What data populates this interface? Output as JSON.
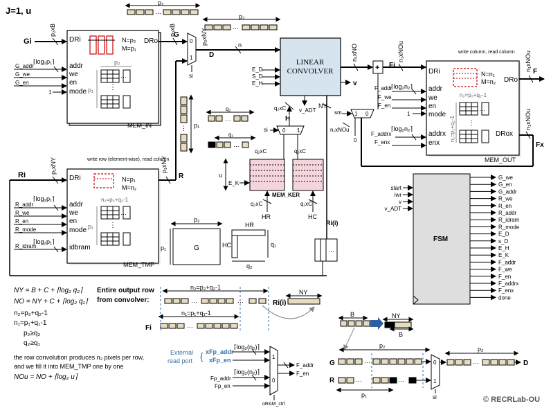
{
  "header": {
    "title": "J=1, u"
  },
  "mem_in": {
    "name": "MEM_IN",
    "ports_left": [
      "DRi",
      "addr",
      "we",
      "en",
      "mode"
    ],
    "port_right": "DRo",
    "n_label": "N=p₂",
    "m_label": "M=p₁",
    "inner_p2": "p₂",
    "inner_p1": "p₁",
    "sig_gi": "Gi",
    "sig_gaddr": "G_addr",
    "sig_gwe": "G_we",
    "sig_gen": "G_en",
    "sig_one": "1",
    "bus_in": "p₂xB",
    "bus_out": "p₂xB",
    "addr_width": "⌈log₂p₁⌉",
    "mux_label_g": "G",
    "mux_si": "si"
  },
  "mem_tmp": {
    "name": "MEM_TMP",
    "note": "write row (element-wise), read column",
    "ports_left": [
      "DRi",
      "addr",
      "we",
      "en",
      "mode",
      "idbram"
    ],
    "n_label": "N=p₁",
    "m_label": "M=n₂",
    "inner_top": "n₂=p₂+q₂-1",
    "inner_p1": "p₁",
    "sig_ri": "Ri",
    "sig_raddr": "R_addr",
    "sig_rwe": "R_we",
    "sig_ren": "R_en",
    "sig_rmode": "R_mode",
    "sig_ridram": "R_idram",
    "bus_in": "p₁xNY",
    "bus_out": "p₁xNY",
    "addr_width": "⌈log₂p₁⌉",
    "idram_width": "⌈log₂p₁⌉",
    "out_r": "R"
  },
  "convolver": {
    "title_1": "LINEAR",
    "title_2": "CONVOLVER",
    "ports_left": [
      "E_D",
      "S_D",
      "E_H"
    ],
    "out_top": "n₁xNO",
    "out_v": "v",
    "vadt": "v_ADT",
    "ny": "NY",
    "in_d": "D",
    "bus_d": "p₂xNY",
    "bus_n": "n"
  },
  "kernel": {
    "name": "MEM_KER",
    "h": "H",
    "q2xc": "q₂xC",
    "q1xc": "q₁xC",
    "q2xc_b": "q₂xC",
    "q1xc_b": "q₁xC",
    "q2xc_top": "q₂xC",
    "q1xc_top": "q₁xC",
    "hr": "HR",
    "hc": "HC",
    "ek": "E_K",
    "u": "u",
    "si": "si",
    "q2": "q₂",
    "q1": "q₁"
  },
  "mem_out": {
    "name": "MEM_OUT",
    "note": "write column, read column",
    "ports_left": [
      "DRi",
      "addr",
      "we",
      "en",
      "mode",
      "addrx",
      "enx"
    ],
    "port_dro": "DRo",
    "port_drox": "DRox",
    "n_label": "N=n₁",
    "m_label": "M=n₂",
    "inner_top": "n₂=p₂+q₂-1",
    "inner_side": "n₁=p₁+q₁-1",
    "sig_faddr": "F_addr",
    "sig_fwe": "F_we",
    "sig_fen": "F_en",
    "sig_one": "1",
    "sig_faddrx": "F_addrx",
    "sig_fenx": "F_enx",
    "fi": "Fi",
    "f": "F",
    "fx": "Fx",
    "sm": "sm",
    "bus_in": "n₁xNOu",
    "bus_out": "n₁xNOu",
    "bus_x": "n₁xNOu",
    "nxnou": "n₁xNOu",
    "zero": "0",
    "addr_w": "⌈log₂n₂⌉",
    "addrx_w": "⌈log₂n₂⌉"
  },
  "fsm": {
    "name": "FSM",
    "inputs": [
      "start",
      "iwr",
      "v",
      "v_ADT"
    ],
    "outputs": [
      "G_we",
      "G_en",
      "G_addr",
      "R_we",
      "R_en",
      "R_addr",
      "R_idram",
      "R_mode",
      "E_D",
      "s_D",
      "E_H",
      "E_K",
      "F_addr",
      "F_we",
      "F_en",
      "F_addrx",
      "F_enx",
      "done"
    ]
  },
  "equations": {
    "ny": "NY = B + C + ⌈log₂ q₂⌉",
    "no": "NO = NY + C + ⌈log₂ q₁⌉",
    "n2": "n₂=p₂+q₂-1",
    "n1": "n₁=p₁+q₁-1",
    "c1": "p₂≥q₂",
    "c2": "q₂≥q₁",
    "note_1": "the row convolution produces n₂ pixels per row,",
    "note_2": "and we fill it into MEM_TMP one by one",
    "nou": "NOu = NO + ⌈log₂ u⌉"
  },
  "bottom": {
    "entire_1": "Entire output row",
    "entire_2": "from convolver:",
    "n2_label": "n₂=p₂+q₂-1",
    "n1_label": "n₁=p₁+q₁-1",
    "ri": "Ri(i)",
    "ny": "NY",
    "fi": "Fi",
    "ext_1": "External",
    "ext_2": "read port",
    "xfp_addr": "xFp_addr",
    "xfp_en": "xFp_en",
    "fp_addr": "Fp_addr",
    "fp_en": "Fp_en",
    "log_n2_a": "⌈log₂(n₂)⌉",
    "log_n2_b": "⌈log₂(n₂)⌉",
    "f_addr": "F_addr",
    "f_en": "F_en",
    "oram": "oRAM_ctrl",
    "mux_1": "1",
    "mux_0": "0",
    "rii_label": "Ri(i)",
    "g_label": "G",
    "g_label_top": "p₂",
    "g_label_side": "p₁",
    "hr_label": "HR",
    "hc_label": "HC",
    "q1_label": "q₁",
    "q2_label": "q₂",
    "b_label": "B",
    "ny_label2": "NY",
    "b_label2": "B",
    "p2_label": "p₂",
    "p2_label2": "p₂",
    "p1_label": "p₁",
    "g_row": "G",
    "r_row": "R",
    "d_out": "D",
    "si": "si",
    "p2_top": "p₂",
    "p2_top2": "p₂",
    "p1_mid": "p₁",
    "q2_mid": "q₂",
    "q1_mid": "q₁",
    "copyright": "© RECRLab-OU"
  },
  "colors": {
    "red": "#cc0000",
    "tan": "#e6dcc0",
    "pink": "#f5d5dc",
    "blue_fill": "#d6e4f0",
    "fsm_fill": "#dedede",
    "blue_text": "#3a6ea8"
  }
}
